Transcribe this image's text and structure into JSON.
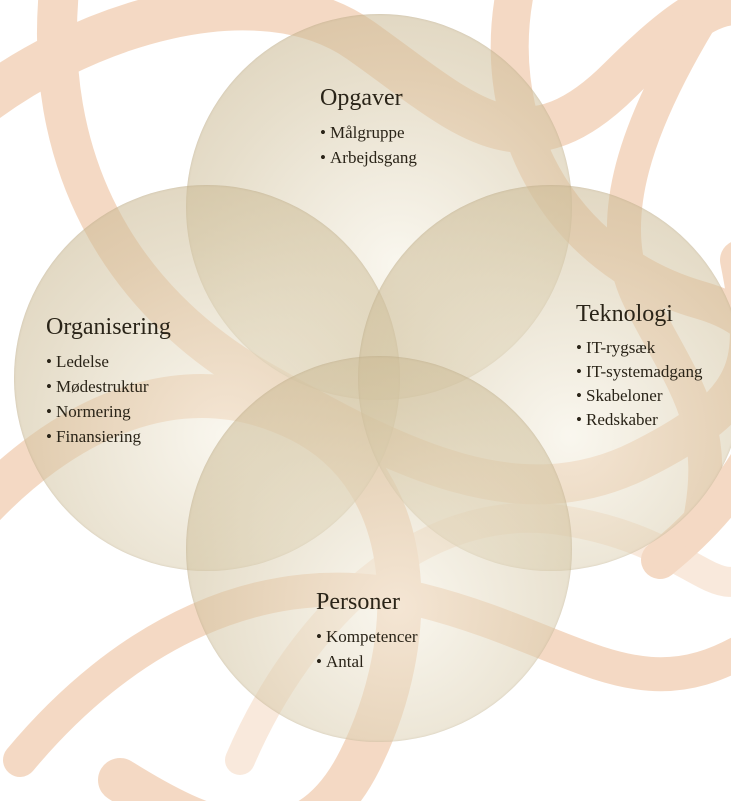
{
  "colors": {
    "background_ribbon": "#f3d6bf",
    "circle_fill": "#d2c3a0",
    "text": "#2a2418"
  },
  "groups": {
    "opgaver": {
      "title": "Opgaver",
      "items": [
        "Målgruppe",
        "Arbejdsgang"
      ]
    },
    "organisering": {
      "title": "Organisering",
      "items": [
        "Ledelse",
        "Mødestruktur",
        "Normering",
        "Finansiering"
      ]
    },
    "teknologi": {
      "title": "Teknologi",
      "items": [
        "IT-rygsæk",
        "IT-systemadgang",
        "Skabeloner",
        "Redskaber"
      ]
    },
    "personer": {
      "title": "Personer",
      "items": [
        "Kompetencer",
        "Antal"
      ]
    }
  }
}
